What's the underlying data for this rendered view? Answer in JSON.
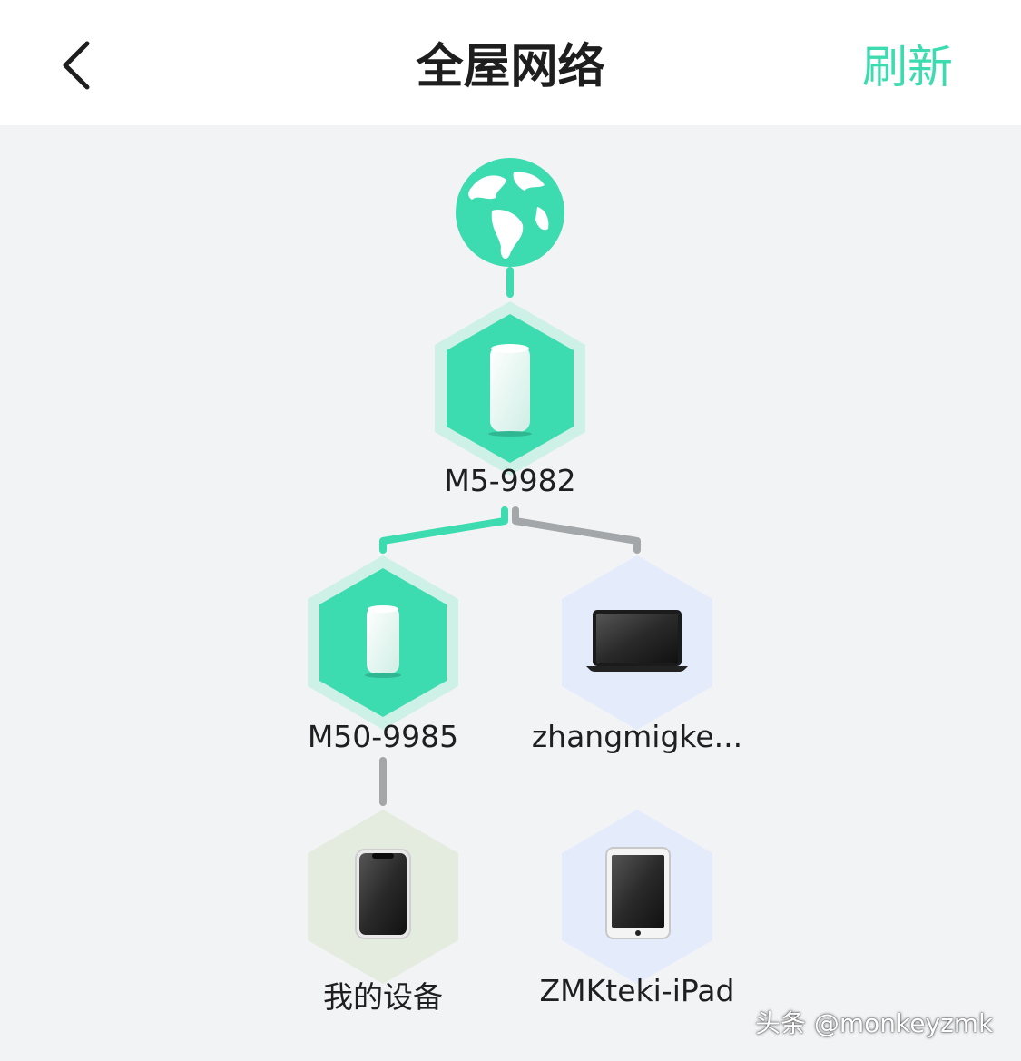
{
  "header": {
    "title": "全屋网络",
    "refresh_label": "刷新"
  },
  "colors": {
    "accent": "#3ddbb0",
    "mesh_node": "#3ddbb0",
    "link_active": "#3ddbb0",
    "link_inactive": "#a3a7aa",
    "device_bg_blue": "#e4ecfb",
    "device_bg_green": "#e4ecdf"
  },
  "nodes": {
    "internet": {
      "icon": "globe-icon"
    },
    "main_router": {
      "name": "M5-9982",
      "icon": "router-icon"
    },
    "sub_router": {
      "name": "M50-9985",
      "icon": "router-icon"
    },
    "laptop": {
      "name": "zhangmigke...",
      "icon": "laptop-icon"
    },
    "my_device": {
      "name": "我的设备",
      "icon": "phone-icon"
    },
    "ipad": {
      "name": "ZMKteki-iPad",
      "icon": "tablet-icon"
    }
  },
  "watermark": "头条 @monkeyzmk"
}
